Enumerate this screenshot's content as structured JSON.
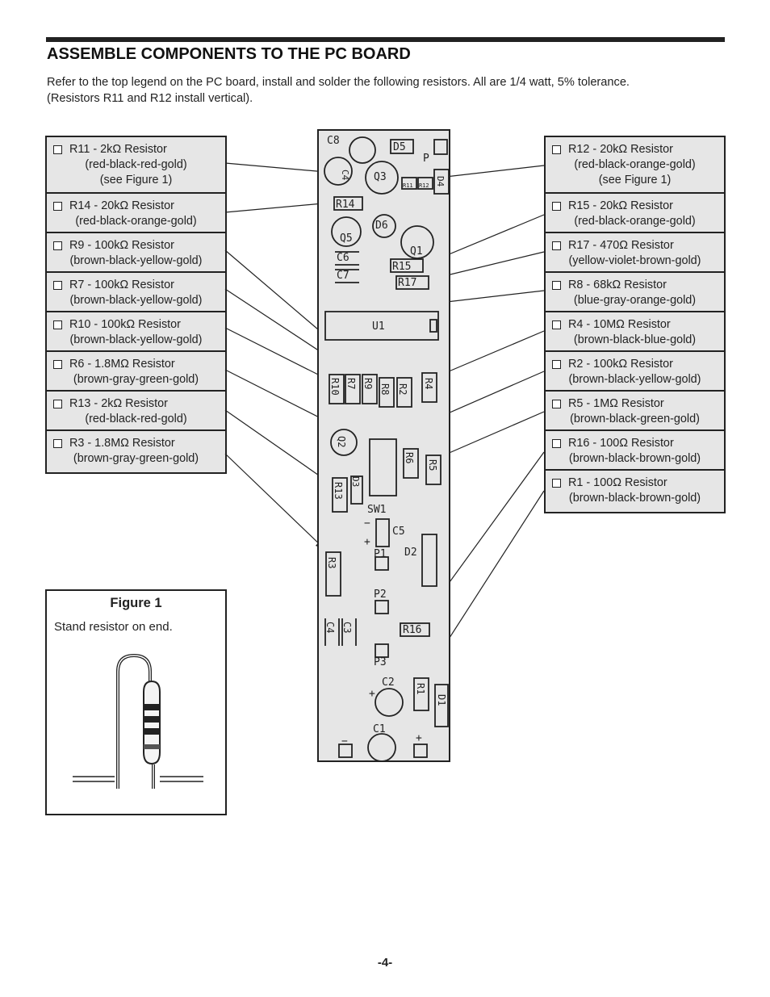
{
  "title": "ASSEMBLE COMPONENTS TO THE PC BOARD",
  "intro": {
    "line1": "Refer to the top legend on the PC board, install and solder the following resistors.  All are 1/4 watt, 5% tolerance.",
    "line2": "(Resistors R11 and R12 install vertical)."
  },
  "left_list": [
    {
      "label": "R11 - 2kΩ Resistor",
      "code": "(red-black-red-gold)",
      "note": "(see Figure 1)"
    },
    {
      "label": "R14 - 20kΩ Resistor",
      "code": "(red-black-orange-gold)"
    },
    {
      "label": "R9 - 100kΩ Resistor",
      "code": "(brown-black-yellow-gold)"
    },
    {
      "label": "R7 - 100kΩ Resistor",
      "code": "(brown-black-yellow-gold)"
    },
    {
      "label": "R10 - 100kΩ Resistor",
      "code": "(brown-black-yellow-gold)"
    },
    {
      "label": "R6 - 1.8MΩ Resistor",
      "code": "(brown-gray-green-gold)"
    },
    {
      "label": "R13 - 2kΩ Resistor",
      "code": "(red-black-red-gold)"
    },
    {
      "label": "R3 - 1.8MΩ Resistor",
      "code": "(brown-gray-green-gold)"
    }
  ],
  "right_list": [
    {
      "label": "R12 - 20kΩ Resistor",
      "code": "(red-black-orange-gold)",
      "note": "(see Figure 1)"
    },
    {
      "label": "R15 - 20kΩ Resistor",
      "code": "(red-black-orange-gold)"
    },
    {
      "label": "R17 - 470Ω Resistor",
      "code": "(yellow-violet-brown-gold)"
    },
    {
      "label": "R8 - 68kΩ Resistor",
      "code": "(blue-gray-orange-gold)"
    },
    {
      "label": "R4 - 10MΩ Resistor",
      "code": "(brown-black-blue-gold)"
    },
    {
      "label": "R2 - 100kΩ Resistor",
      "code": "(brown-black-yellow-gold)"
    },
    {
      "label": "R5 - 1MΩ Resistor",
      "code": "(brown-black-green-gold)"
    },
    {
      "label": "R16 - 100Ω Resistor",
      "code": "(brown-black-brown-gold)"
    },
    {
      "label": "R1 - 100Ω Resistor",
      "code": "(brown-black-brown-gold)"
    }
  ],
  "figure": {
    "title": "Figure 1",
    "caption": "Stand resistor on end."
  },
  "pcb_labels": {
    "c8": "C8",
    "d5": "D5",
    "p": "P",
    "c4_top": "C4",
    "q3": "Q3",
    "r11": "R11",
    "r12": "R12",
    "d4": "D4",
    "r14": "R14",
    "q5": "Q5",
    "d6": "D6",
    "q1": "Q1",
    "c6": "C6",
    "r15": "R15",
    "c7": "C7",
    "r17": "R17",
    "u1": "U1",
    "r10": "R10",
    "r7": "R7",
    "r9": "R9",
    "r8": "R8",
    "r2": "R2",
    "r4": "R4",
    "q2": "Q2",
    "r6": "R6",
    "r5": "R5",
    "d3": "D3",
    "r13": "R13",
    "sw1": "SW1",
    "c5": "C5",
    "minus": "−",
    "plus": "+",
    "p1": "P1",
    "d2": "D2",
    "r3": "R3",
    "p2": "P2",
    "c4": "C4",
    "c3": "C3",
    "r16": "R16",
    "p3": "P3",
    "c2": "C2",
    "r1": "R1",
    "d1": "D1",
    "c1": "C1"
  },
  "page_number": "-4-"
}
